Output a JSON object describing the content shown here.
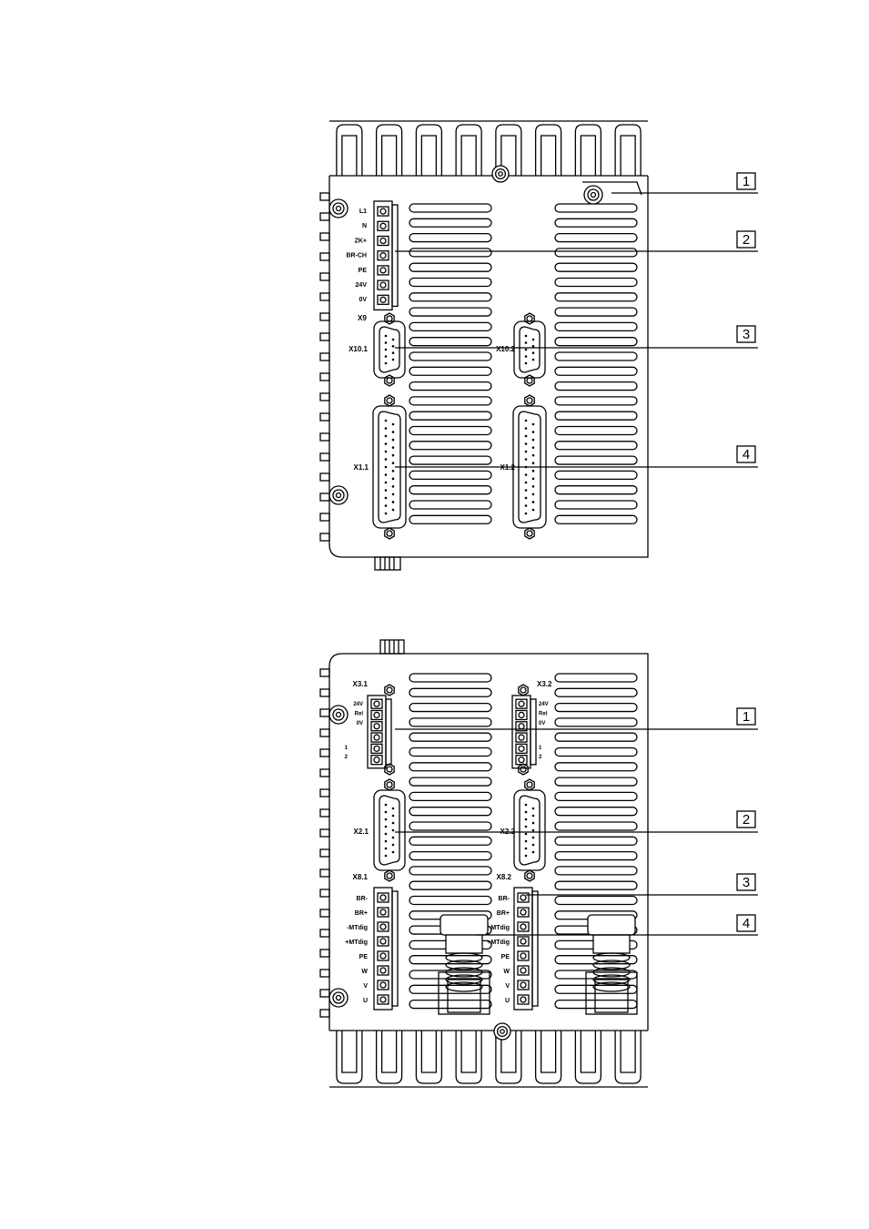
{
  "top_view": {
    "x9": {
      "connector_label": "X9",
      "pins": [
        "L1",
        "N",
        "ZK+",
        "BR-CH",
        "PE",
        "24V",
        "0V"
      ]
    },
    "x10_1_label": "X10.1",
    "x10_2_label": "X10.2",
    "x1_1_label": "X1.1",
    "x1_2_label": "X1.2",
    "callouts": [
      "1",
      "2",
      "3",
      "4"
    ]
  },
  "bottom_view": {
    "x3_1": {
      "label": "X3.1",
      "pins": [
        "24V",
        "Rel",
        "0V",
        "1",
        "2"
      ]
    },
    "x3_2": {
      "label": "X3.2",
      "pins": [
        "24V",
        "Rel",
        "0V",
        "1",
        "2"
      ]
    },
    "x2_1_label": "X2.1",
    "x2_2_label": "X2.2",
    "x8_1": {
      "label": "X8.1",
      "pins": [
        "BR-",
        "BR+",
        "-MTdig",
        "+MTdig",
        "PE",
        "W",
        "V",
        "U"
      ]
    },
    "x8_2": {
      "label": "X8.2",
      "pins": [
        "BR-",
        "BR+",
        "-MTdig",
        "+MTdig",
        "PE",
        "W",
        "V",
        "U"
      ]
    },
    "callouts": [
      "1",
      "2",
      "3",
      "4"
    ]
  }
}
